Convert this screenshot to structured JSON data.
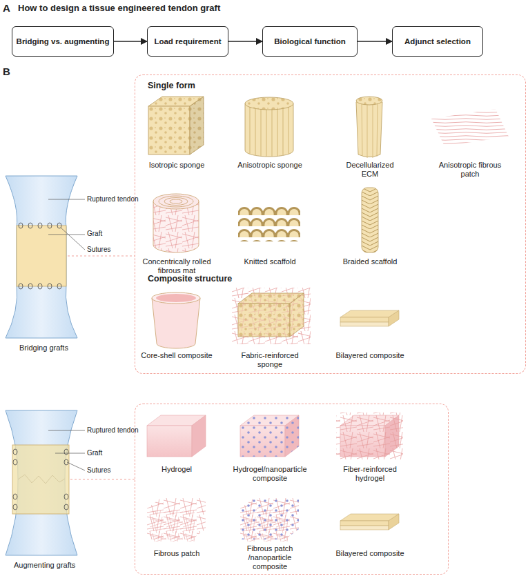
{
  "diagram": {
    "title": "How to design a tissue engineered tendon graft",
    "nodes": [
      {
        "text": [
          "Bridging vs. augmenting"
        ]
      },
      {
        "text": [
          "Load requirement"
        ]
      },
      {
        "text": [
          "Biological function"
        ]
      },
      {
        "text": [
          "Adjunct selection"
        ]
      },
      {
        "text": [
          "Single form",
          "Isotropic sponge",
          "Anisotropic sponge",
          "Decellularized ECM",
          "Anisotropic fibrous patch",
          "Concentrically rolled fibrous mat",
          "Knitted scaffold",
          "Braided scaffold",
          "Composite structure",
          "Core-shell composite",
          "Fabric-reinforced sponge",
          "Bilayered composite"
        ]
      },
      {
        "text": [
          "Hydrogel",
          "Hydrogel/nanoparticle composite",
          "Fiber-reinforced hydrogel",
          "Fibrous patch",
          "Fibrous patch /nanoparticle composite",
          "Bilayered composite"
        ]
      }
    ],
    "edges": [
      {
        "from": 0,
        "to": 1,
        "arrow": "to"
      },
      {
        "from": 1,
        "to": 2,
        "arrow": "to"
      },
      {
        "from": 2,
        "to": 3,
        "arrow": "to"
      }
    ],
    "labels": [
      "A",
      "B",
      "Ruptured tendon",
      "Graft",
      "Sutures",
      "Bridging grafts",
      "Ruptured tendon",
      "Graft",
      "Sutures",
      "Augmenting grafts"
    ]
  }
}
